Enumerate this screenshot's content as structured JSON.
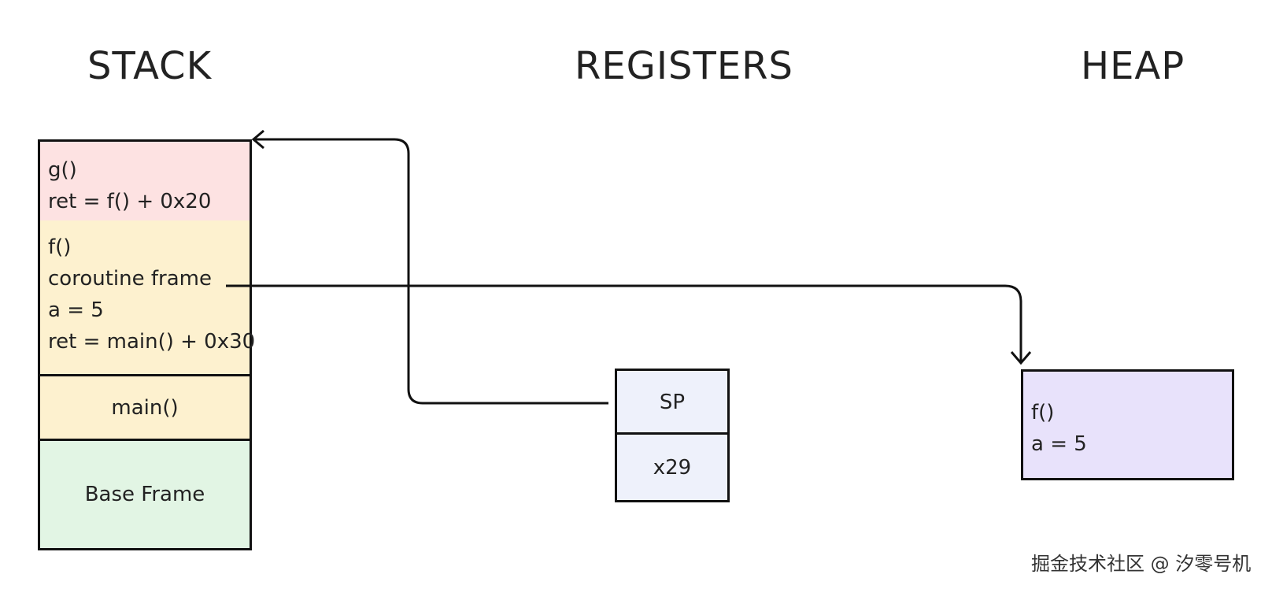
{
  "headings": {
    "stack": "STACK",
    "registers": "REGISTERS",
    "heap": "HEAP"
  },
  "stack": {
    "frame_g": {
      "name": "g()",
      "ret": "ret = f() + 0x20"
    },
    "frame_f": {
      "name": "f()",
      "coroutine": "coroutine frame",
      "var": "a = 5",
      "ret": "ret = main() + 0x30"
    },
    "frame_main": "main()",
    "frame_base": "Base Frame"
  },
  "registers": {
    "sp": "SP",
    "x29": "x29"
  },
  "heap": {
    "name": "f()",
    "var": "a = 5"
  },
  "watermark": "掘金技术社区 @ 汐零号机",
  "colors": {
    "frame_g": "#fde2e2",
    "frame_f": "#fdf1cf",
    "frame_base": "#e2f5e4",
    "registers": "#eef1fb",
    "heap": "#e8e2fb",
    "line": "#111111"
  }
}
